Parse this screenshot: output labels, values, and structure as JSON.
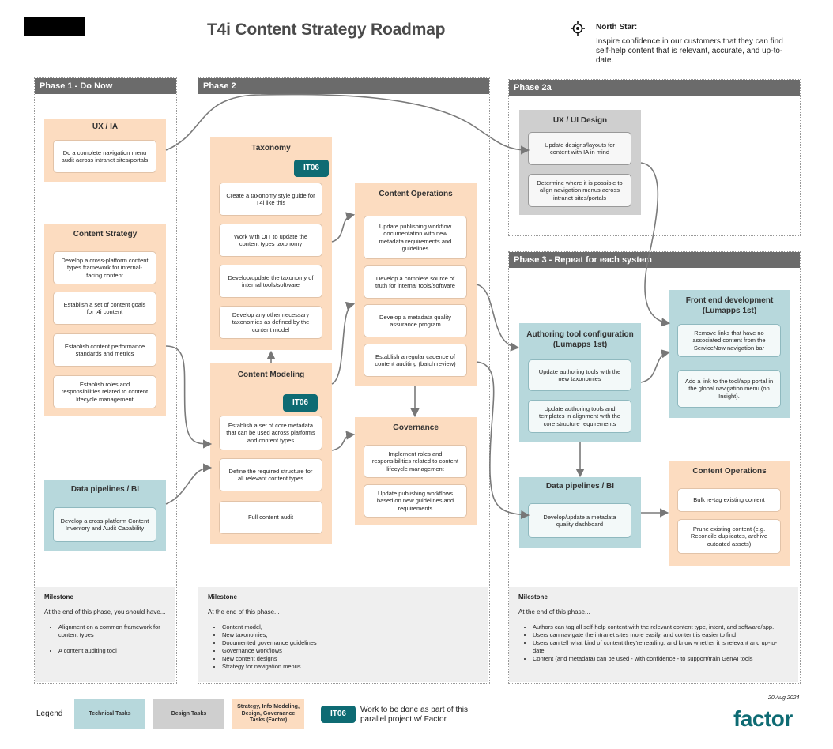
{
  "title": "T4i Content Strategy Roadmap",
  "north_star": {
    "label": "North Star:",
    "text": "Inspire confidence in our customers that they can find self-help content that is relevant, accurate, and up-to-date."
  },
  "phases": {
    "p1": "Phase 1 - Do Now",
    "p2": "Phase 2",
    "p2a": "Phase 2a",
    "p3": "Phase 3 - Repeat for each system"
  },
  "groups": {
    "ux_ia": {
      "title": "UX / IA",
      "cards": [
        "Do a complete navigation menu audit across intranet sites/portals"
      ]
    },
    "content_strategy": {
      "title": "Content Strategy",
      "cards": [
        "Develop a cross-platform content types framework for internal-facing content",
        "Establish a set of content goals for t4i content",
        "Establish content performance standards and metrics",
        "Establish roles and responsibilities related to content lifecycle management"
      ]
    },
    "data_bi_p1": {
      "title": "Data pipelines / BI",
      "cards": [
        "Develop a cross-platform Content Inventory and Audit Capability"
      ]
    },
    "taxonomy": {
      "title": "Taxonomy",
      "badge": "IT06",
      "cards": [
        "Create a taxonomy style guide for T4i like this",
        "Work with OIT to update the content types taxonomy",
        "Develop/update the taxonomy of internal tools/software",
        "Develop any other necessary taxonomies as defined by the content model"
      ]
    },
    "content_modeling": {
      "title": "Content Modeling",
      "badge": "IT06",
      "cards": [
        "Establish a set of core metadata that can be used across platforms and content types",
        "Define the required structure for all relevant content types",
        "Full content audit"
      ]
    },
    "content_ops_p2": {
      "title": "Content Operations",
      "cards": [
        "Update publishing workflow documentation with new metadata requirements and guidelines",
        "Develop a complete source of truth for internal tools/software",
        "Develop a metadata quality assurance program",
        "Establish a regular cadence of content auditing (batch review)"
      ]
    },
    "governance": {
      "title": "Governance",
      "cards": [
        "Implement roles and responsibilities related to content lifecycle management",
        "Update publishing workflows based on new guidelines and requirements"
      ]
    },
    "ux_ui": {
      "title": "UX / UI Design",
      "cards": [
        "Update designs/layouts for content with IA in mind",
        "Determine where it is possible to align navigation menus across intranet sites/portals"
      ]
    },
    "authoring": {
      "title": "Authoring tool configuration (Lumapps 1st)",
      "cards": [
        "Update authoring tools with the new taxonomies",
        "Update authoring tools and templates in alignment with the core structure requirements"
      ]
    },
    "frontend": {
      "title": "Front end development (Lumapps 1st)",
      "cards": [
        "Remove links that have no associated content from the ServiceNow navigation bar",
        "Add a link to the tool/app portal in the global navigation menu (on Insight)."
      ]
    },
    "data_bi_p3": {
      "title": "Data pipelines / BI",
      "cards": [
        "Develop/update a metadata quality dashboard"
      ]
    },
    "content_ops_p3": {
      "title": "Content Operations",
      "cards": [
        "Bulk re-tag existing content",
        "Prune existing content (e.g. Reconcile duplicates, archive outdated assets)"
      ]
    }
  },
  "milestones": {
    "p1": {
      "title": "Milestone",
      "intro": "At the end of this phase, you should have...",
      "items": [
        "Alignment on a common framework for content types",
        "A content auditing tool"
      ]
    },
    "p2": {
      "title": "Milestone",
      "intro": "At the end of this phase...",
      "items": [
        "Content model,",
        "New taxonomies,",
        "Documented governance guidelines",
        "Governance workflows",
        "New content designs",
        "Strategy for navigation menus"
      ]
    },
    "p3": {
      "title": "Milestone",
      "intro": "At the end of this phase...",
      "items": [
        "Authors can tag all self-help content with the relevant content type, intent, and software/app.",
        "Users can navigate the intranet sites more easily, and content is easier to find",
        "Users can tell what kind of content they're reading, and know whether it is relevant and up-to-date",
        "Content (and metadata) can be used - with confidence - to support/train GenAI tools"
      ]
    }
  },
  "legend": {
    "label": "Legend",
    "technical": "Technical Tasks",
    "design": "Design Tasks",
    "strategy": "Strategy, Info Modeling, Design, Governance Tasks (Factor)",
    "badge": "IT06",
    "badge_text": "Work to be done as part of this parallel project w/ Factor"
  },
  "date": "20 Aug 2024",
  "logo": "factor",
  "colors": {
    "peach": "#fcdcc0",
    "blue": "#b7d8dc",
    "grey": "#cfcfcf",
    "teal": "#0e6b73",
    "phase_header": "#6b6b6b"
  }
}
